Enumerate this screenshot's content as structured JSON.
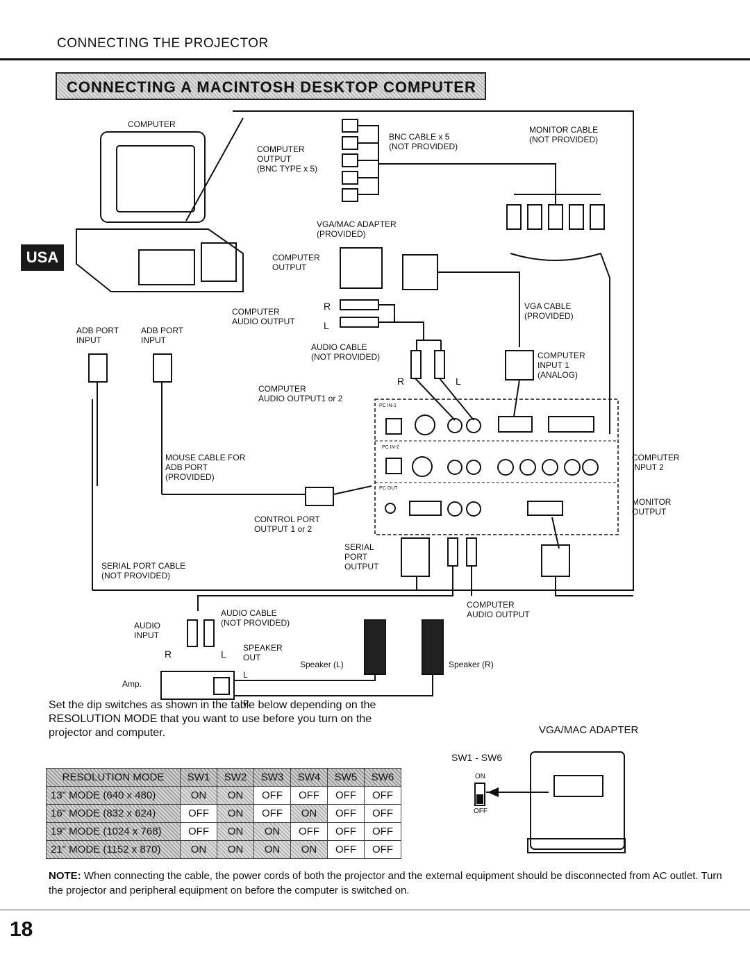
{
  "header": {
    "section": "CONNECTING THE PROJECTOR",
    "banner": "CONNECTING A MACINTOSH DESKTOP COMPUTER",
    "region_tag": "USA"
  },
  "labels": {
    "computer": "COMPUTER",
    "computer_output_bnc": "COMPUTER\nOUTPUT\n(BNC TYPE x 5)",
    "bnc_cable": "BNC CABLE x 5\n(NOT PROVIDED)",
    "monitor_cable": "MONITOR CABLE\n(NOT PROVIDED)",
    "vga_mac_adapter": "VGA/MAC ADAPTER\n(PROVIDED)",
    "computer_output": "COMPUTER\nOUTPUT",
    "computer_audio_output": "COMPUTER\nAUDIO OUTPUT",
    "r": "R",
    "l": "L",
    "vga_cable": "VGA CABLE\n(PROVIDED)",
    "adb_port_input_1": "ADB PORT\nINPUT",
    "adb_port_input_2": "ADB PORT\nINPUT",
    "audio_cable_1": "AUDIO CABLE\n(NOT PROVIDED)",
    "computer_input_1": "COMPUTER\nINPUT 1\n(ANALOG)",
    "computer_audio_output_12": "COMPUTER\nAUDIO OUTPUT1 or 2",
    "mouse_cable": "MOUSE CABLE FOR\nADB PORT\n(PROVIDED)",
    "computer_input_2": "COMPUTER\nINPUT 2",
    "monitor_output": "MONITOR\nOUTPUT",
    "control_port_output": "CONTROL PORT\nOUTPUT 1 or 2",
    "serial_port_output": "SERIAL\nPORT\nOUTPUT",
    "serial_port_cable": "SERIAL PORT CABLE\n(NOT PROVIDED)",
    "computer_audio_output_2": "COMPUTER\nAUDIO OUTPUT",
    "audio_input": "AUDIO\nINPUT",
    "audio_cable_2": "AUDIO CABLE\n(NOT PROVIDED)",
    "speaker_out": "SPEAKER\nOUT",
    "speaker_l": "Speaker (L)",
    "speaker_r": "Speaker (R)",
    "amp": "Amp.",
    "panel_pc_in1": "PC IN-1",
    "panel_pc_in2": "PC IN-2",
    "panel_pc_out": "PC OUT"
  },
  "instructions": "Set the dip switches as shown in the table below depending on the RESOLUTION MODE that you want to use before you turn on the projector and computer.",
  "adapter": {
    "title": "VGA/MAC ADAPTER",
    "switches": "SW1 - SW6",
    "on": "ON",
    "off": "OFF"
  },
  "table": {
    "headers": [
      "RESOLUTION MODE",
      "SW1",
      "SW2",
      "SW3",
      "SW4",
      "SW5",
      "SW6"
    ],
    "rows": [
      {
        "mode": "13\" MODE (640 x 480)",
        "sw": [
          "ON",
          "ON",
          "OFF",
          "OFF",
          "OFF",
          "OFF"
        ]
      },
      {
        "mode": "16\" MODE (832 x 624)",
        "sw": [
          "OFF",
          "ON",
          "OFF",
          "ON",
          "OFF",
          "OFF"
        ]
      },
      {
        "mode": "19\" MODE (1024 x 768)",
        "sw": [
          "OFF",
          "ON",
          "ON",
          "OFF",
          "OFF",
          "OFF"
        ]
      },
      {
        "mode": "21\" MODE (1152 x 870)",
        "sw": [
          "ON",
          "ON",
          "ON",
          "ON",
          "OFF",
          "OFF"
        ]
      }
    ]
  },
  "note": {
    "label": "NOTE:",
    "text": "When connecting the cable, the power cords of both the projector and the external equipment should be disconnected from AC outlet. Turn the projector and peripheral equipment on before the computer is switched on."
  },
  "page_number": "18"
}
